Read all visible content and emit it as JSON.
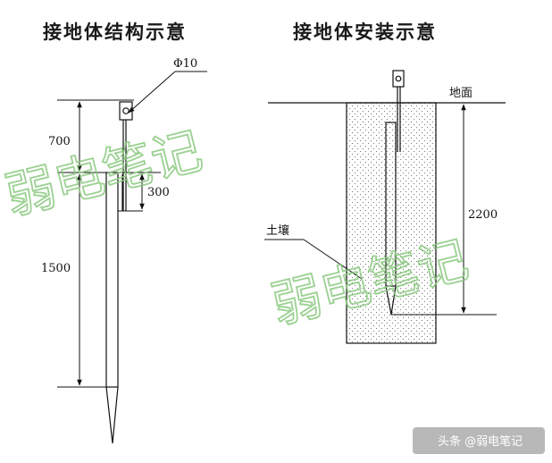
{
  "left_diagram": {
    "title": "接地体结构示意",
    "rod_diameter": "Φ10",
    "dim_700": "700",
    "dim_300": "300",
    "dim_1500": "1500"
  },
  "right_diagram": {
    "title": "接地体安装示意",
    "ground_label": "地面",
    "soil_label": "土壤",
    "dim_2200": "2200"
  },
  "watermark": {
    "line1": "弱电笔记",
    "line2": "弱电笔记"
  },
  "credit": "头条 @弱电笔记",
  "colors": {
    "line": "#111111",
    "soil_dots": "#555555",
    "watermark": "#8ac97f"
  }
}
